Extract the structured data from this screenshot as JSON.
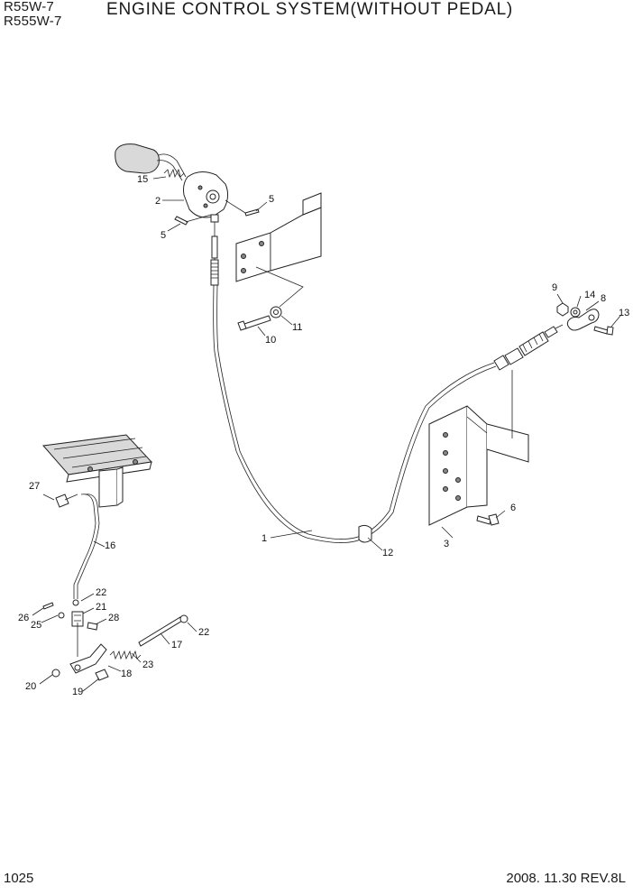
{
  "header": {
    "model_1": "R55W-7",
    "model_2": "R555W-7",
    "title": "ENGINE CONTROL SYSTEM(WITHOUT PEDAL)"
  },
  "footer": {
    "page_number": "1025",
    "revision": "2008. 11.30  REV.8L"
  },
  "callouts": {
    "c1": "1",
    "c2": "2",
    "c3": "3",
    "c5a": "5",
    "c5b": "5",
    "c6": "6",
    "c8": "8",
    "c9": "9",
    "c10": "10",
    "c11": "11",
    "c12": "12",
    "c13": "13",
    "c14": "14",
    "c15": "15",
    "c16": "16",
    "c17": "17",
    "c18": "18",
    "c19": "19",
    "c20": "20",
    "c21": "21",
    "c22a": "22",
    "c22b": "22",
    "c23": "23",
    "c25": "25",
    "c26": "26",
    "c27": "27",
    "c28": "28"
  }
}
